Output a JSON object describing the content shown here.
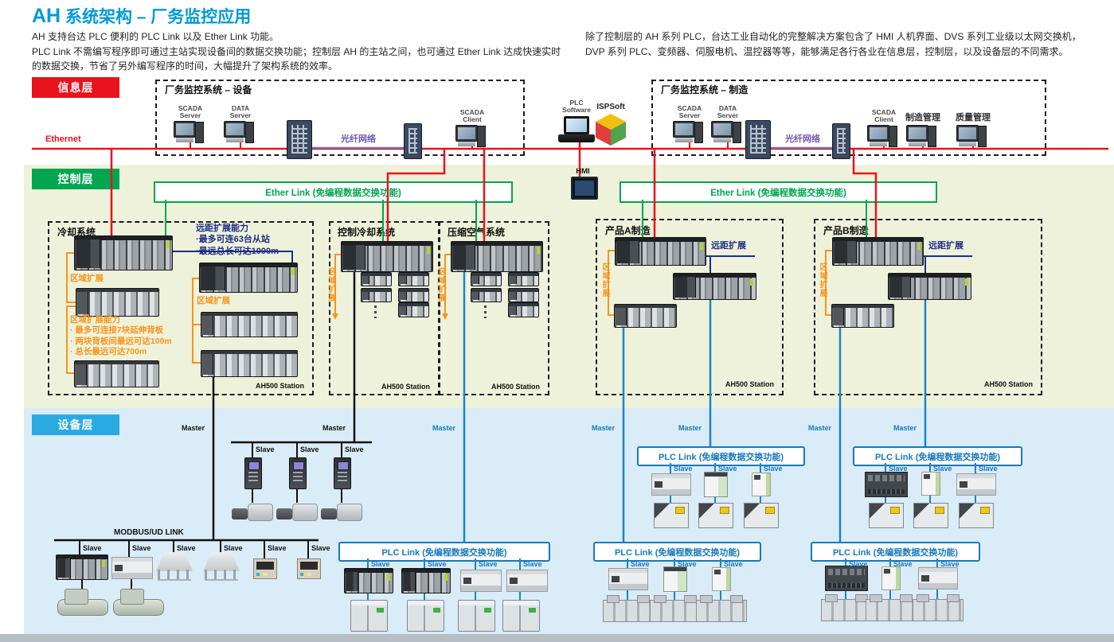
{
  "header": {
    "title_prefix": "AH",
    "title_rest": " 系统架构 – 厂务监控应用",
    "intro_left_1": "AH 支持台达 PLC 便利的 PLC Link 以及 Ether Link 功能。",
    "intro_left_2": "PLC Link 不需编写程序即可通过主站实现设备间的数据交换功能；控制层 AH 的主站之间，也可通过 Ether Link 达成快速实时",
    "intro_left_3": "的数据交换，节省了另外编写程序的时间，大幅提升了架构系统的效率。",
    "intro_right_1": "除了控制层的 AH 系列 PLC，台达工业自动化的完整解决方案包含了 HMI 人机界面、DVS 系列工业级以太网交换机，",
    "intro_right_2": "DVP 系列 PLC、变频器、伺服电机、温控器等等，能够满足各行各业在信息层，控制层，以及设备层的不同需求。"
  },
  "layers": {
    "info": "信息层",
    "control": "控制层",
    "device": "设备层"
  },
  "colors": {
    "title_blue": "#0099d8",
    "ethernet_red": "#e8131d",
    "ether_link_green": "#00a650",
    "plc_link_blue": "#1779be",
    "fiber_purple": "#6f58a8",
    "expand_orange": "#f7941d",
    "remote_navy": "#1d2d87",
    "control_band": "#eef2da",
    "device_band": "#d9ecf7"
  },
  "info_layer": {
    "ethernet_label": "Ethernet",
    "fiber_label": "光纤网络",
    "device_box_title": "厂务监控系统 – 设备",
    "mfg_box_title": "厂务监控系统 – 制造",
    "scada_server_1": "SCADA",
    "scada_server_2": "Server",
    "data_server_1": "DATA",
    "data_server_2": "Server",
    "scada_client_1": "SCADA",
    "scada_client_2": "Client",
    "plc_software_1": "PLC",
    "plc_software_2": "Software",
    "ispsoft": "ISPSoft",
    "hmi": "HMI",
    "mfg_mgmt": "制造管理",
    "quality_mgmt": "质量管理"
  },
  "control_layer": {
    "ether_link": "Ether Link (免编程数据交换功能)",
    "groups": {
      "cooling": "冷却系统",
      "control_cooling": "控制冷却系统",
      "compressed_air": "压缩空气系统",
      "product_a": "产品A制造",
      "product_b": "产品B制造"
    },
    "ah500": "AH500 Station",
    "remote_title": "远距扩展能力",
    "remote_b1": "·最多可连63台从站",
    "remote_b2": "·最远总长可达1000m",
    "local_label": "区域扩展",
    "local_title": "区域扩展能力",
    "local_b1": "· 最多可连接7块延伸背板",
    "local_b2": "· 两块背板间最远可达100m",
    "local_b3": "· 总长最远可达700m",
    "remote_label": "远距扩展"
  },
  "device_layer": {
    "plc_link": "PLC Link (免编程数据交换功能)",
    "modbus": "MODBUS/UD LINK",
    "master": "Master",
    "slave": "Slave"
  }
}
